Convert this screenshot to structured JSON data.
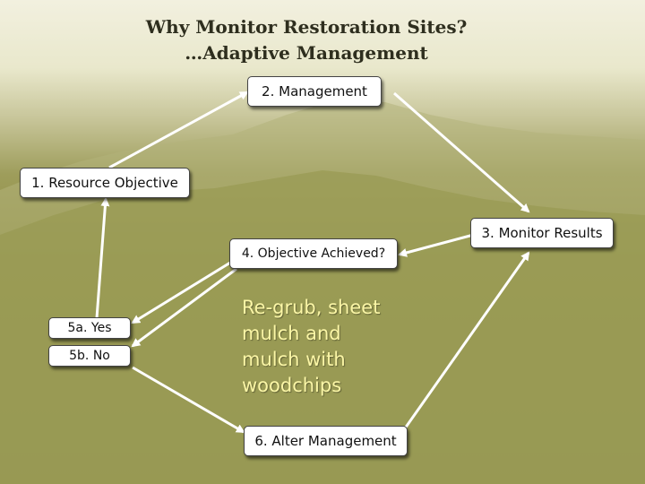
{
  "title": {
    "line1": "Why Monitor Restoration Sites?",
    "line2": "…Adaptive Management"
  },
  "nodes": {
    "management": "2. Management",
    "resource_objective": "1. Resource Objective",
    "monitor_results": "3. Monitor Results",
    "objective_achieved": "4. Objective Achieved?",
    "yes": "5a. Yes",
    "no": "5b. No",
    "alter_management": "6. Alter Management"
  },
  "note": {
    "line1": "Re-grub, sheet",
    "line2": "mulch and",
    "line3": "mulch with",
    "line4": "woodchips"
  },
  "colors": {
    "note_text": "#fbf6a6",
    "node_fill": "#ffffff",
    "arrow": "#ffffff"
  }
}
